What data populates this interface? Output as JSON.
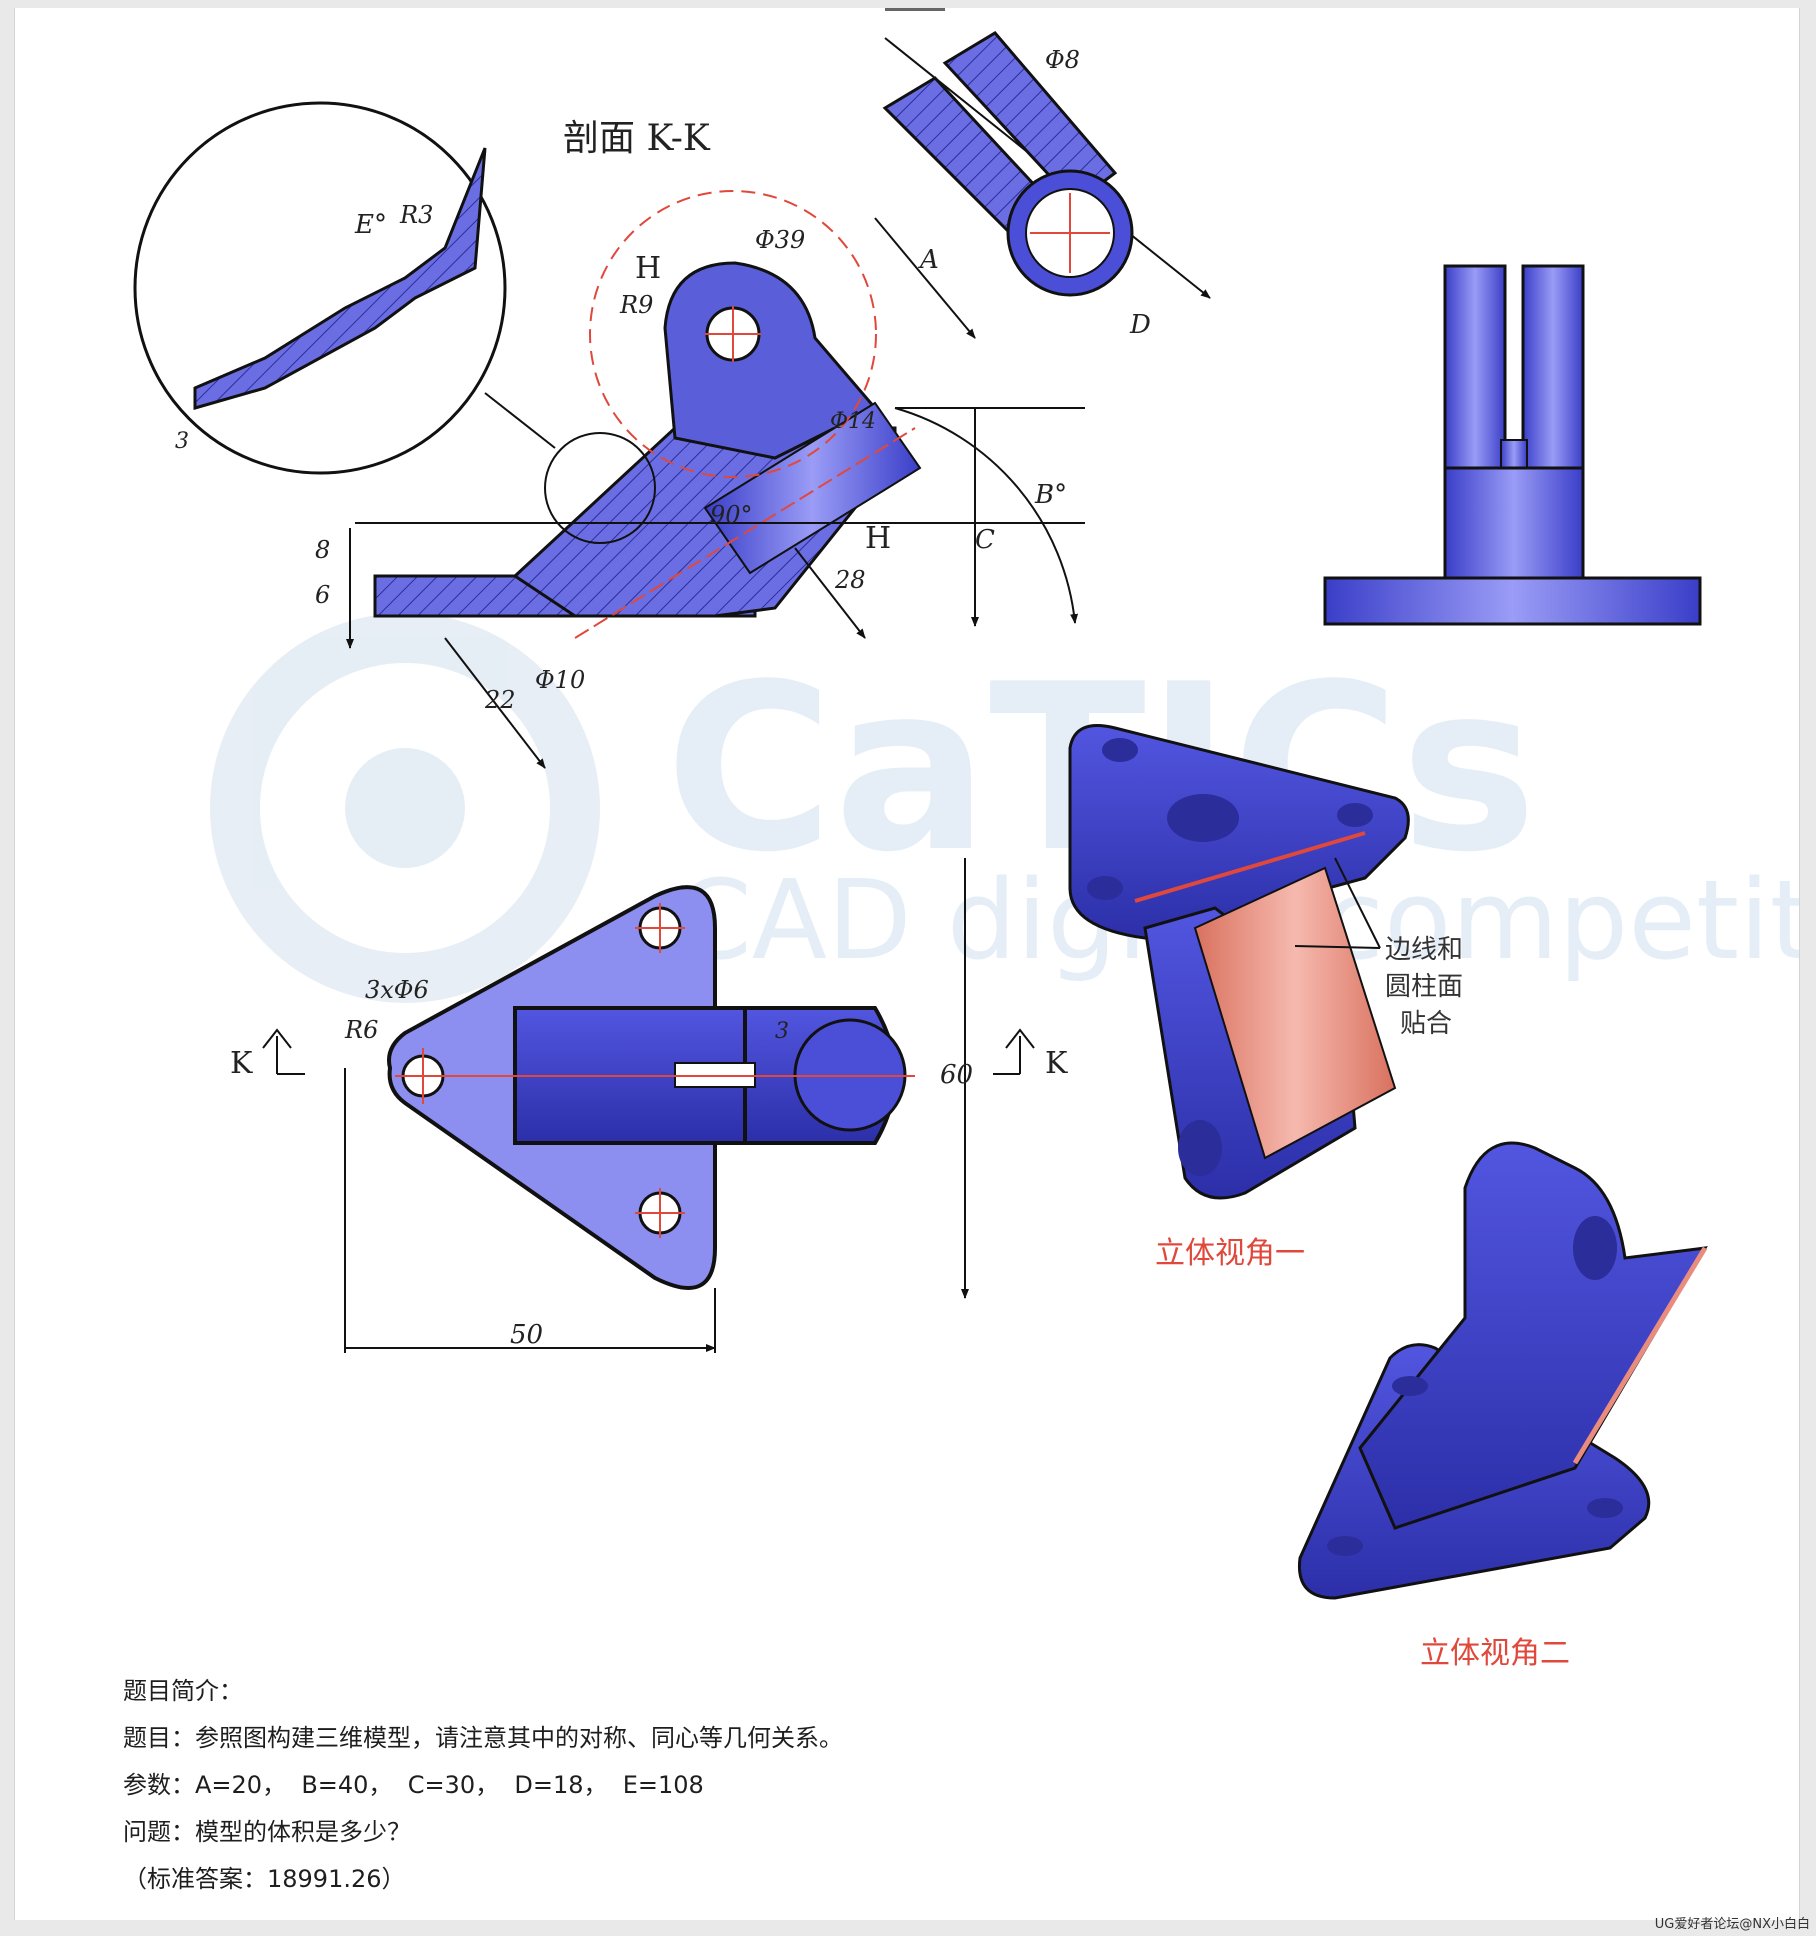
{
  "labels": {
    "section_title": "剖面 K-K",
    "section_mark_k": "K",
    "section_mark_h": "H",
    "view_one": "立体视角一",
    "view_two": "立体视角二",
    "note": [
      "边线和",
      "圆柱面",
      "贴合"
    ],
    "watermark_main": "CaTICs",
    "watermark_sub": "CAD digital competition"
  },
  "dimensions": {
    "phi8": "Φ8",
    "phi39": "Φ39",
    "phi14": "Φ14",
    "phi10": "Φ10",
    "r9": "R9",
    "r3": "R3",
    "r6": "R6",
    "holes": "3xΦ6",
    "a": "A",
    "b": "B°",
    "c": "C",
    "d": "D",
    "e": "E°",
    "angle90": "90°",
    "d28": "28",
    "d22": "22",
    "d8": "8",
    "d6": "6",
    "d3": "3",
    "d60": "60",
    "d50": "50"
  },
  "intro": {
    "heading": "题目简介：",
    "task": "题目：参照图构建三维模型，请注意其中的对称、同心等几何关系。",
    "params": "参数：A=20，  B=40，  C=30，  D=18，  E=108",
    "question": "问题：模型的体积是多少？",
    "answer": "（标准答案：18991.26）"
  },
  "footer": "UG爱好者论坛@NX小白白",
  "colors": {
    "body_blue": "#4b4fd8",
    "light_blue": "#8c8ff0",
    "accent_red": "#e0483c",
    "cylinder": "#e98c7e"
  }
}
